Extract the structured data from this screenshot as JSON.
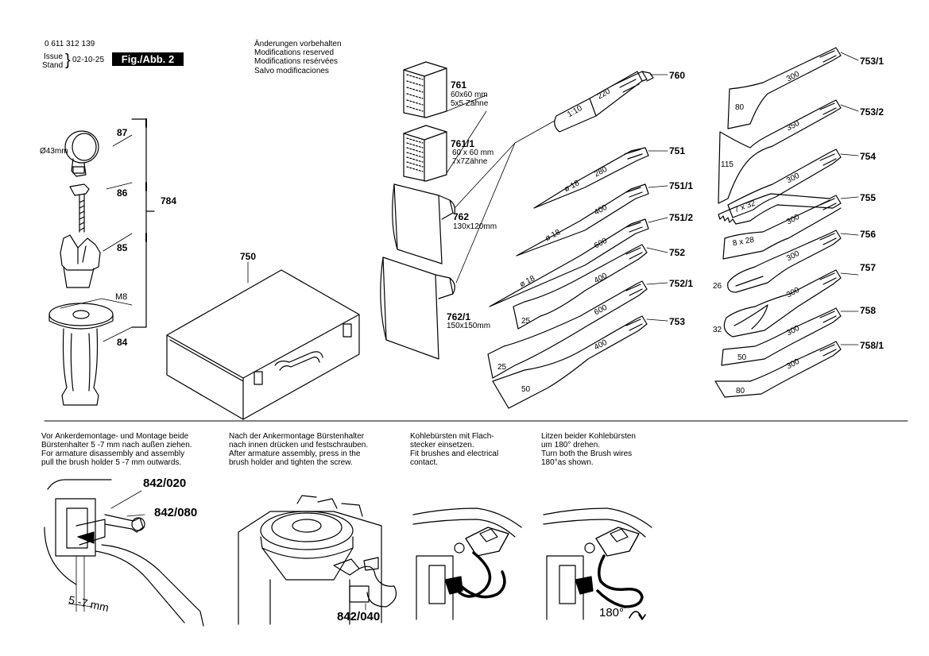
{
  "header": {
    "part_number": "0 611 312 139",
    "issue": "Issue",
    "stand": "Stand",
    "date": "02-10-25",
    "figure": "Fig./Abb. 2",
    "disclaimer": [
      "Änderungen vorbehalten",
      "Modifications reserved",
      "Modifications resérvées",
      "Salvo modificaciones"
    ]
  },
  "left_parts": {
    "diameter": "Ø43mm",
    "p87": "87",
    "p86": "86",
    "p85": "85",
    "m8": "M8",
    "p84": "84",
    "p784": "784"
  },
  "case": {
    "p750": "750"
  },
  "inserts": {
    "p761": "761",
    "p761_spec": [
      "60x60 mm",
      "5x5 Zähne"
    ],
    "p761_1": "761/1",
    "p761_1_spec": [
      "60 x 60 mm",
      "7x7Zähne"
    ],
    "p762": "762",
    "p762_spec": "130x120mm",
    "p762_1": "762/1",
    "p762_1_spec": "150x150mm"
  },
  "chisels_middle": {
    "p760": "760",
    "adapter_ratio": "1:10",
    "adapter_len": "220",
    "p751": "751",
    "c751_d": "ø 18",
    "c751_l": "280",
    "p751_1": "751/1",
    "c751_1_d": "ø 18",
    "c751_1_l": "400",
    "p751_2": "751/2",
    "c751_2_d": "ø 18",
    "c751_2_l": "600",
    "p752": "752",
    "c752_w": "25",
    "c752_l": "400",
    "p752_1": "752/1",
    "c752_1_w": "25",
    "c752_1_l": "600",
    "p753": "753",
    "c753_w": "50",
    "c753_l": "400"
  },
  "chisels_right": {
    "p753_1": "753/1",
    "c753_1_w": "80",
    "c753_1_l": "300",
    "p753_2": "753/2",
    "c753_2_w": "115",
    "c753_2_l": "350",
    "p754": "754",
    "c754_w": "7 x 32",
    "c754_l": "300",
    "p755": "755",
    "c755_w": "8 x 28",
    "c755_l": "300",
    "p756": "756",
    "c756_w": "26",
    "c756_l": "300",
    "p757": "757",
    "c757_w": "32",
    "c757_l": "300",
    "p758": "758",
    "c758_w": "50",
    "c758_l": "300",
    "p758_1": "758/1",
    "c758_1_w": "80",
    "c758_1_l": "300"
  },
  "instructions": [
    [
      "Vor Ankerdemontage- und Montage beide",
      "Bürstenhalter 5 -7 mm nach außen ziehen.",
      "For armature disassembly and assembly",
      "pull the brush holder 5 -7 mm outwards."
    ],
    [
      "Nach der Ankermontage Bürstenhalter",
      "nach innen drücken und festschrauben.",
      "After armature assembly, press in the",
      "brush holder and tighten the screw."
    ],
    [
      "Kohlebürsten mit Flach-",
      "stecker einsetzen.",
      "Fit brushes and electrical",
      "contact."
    ],
    [
      "Litzen beider Kohlebürsten",
      "um 180° drehen.",
      "Turn both the Brush wires",
      "180°as shown."
    ]
  ],
  "bottom_labels": {
    "p842_020": "842/020",
    "p842_080": "842/080",
    "gap": "5 -7 mm",
    "p842_040": "842/040",
    "rotation": "180°"
  }
}
